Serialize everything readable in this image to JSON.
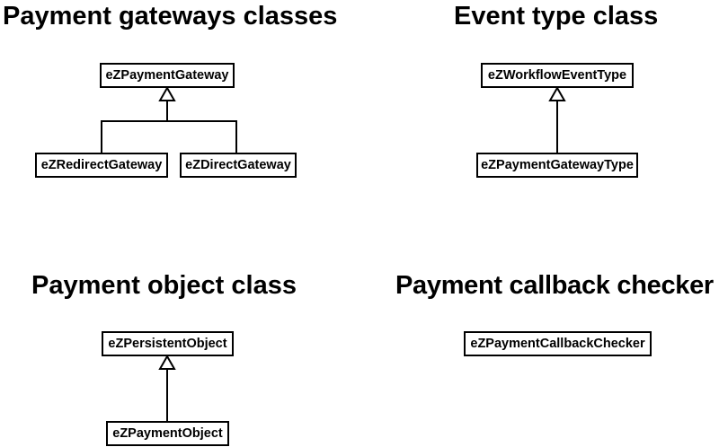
{
  "diagram": {
    "background_color": "#ffffff",
    "line_color": "#000000",
    "text_color": "#000000"
  },
  "sections": [
    {
      "title": "Payment gateways classes",
      "parent": "eZPaymentGateway",
      "children": [
        "eZRedirectGateway",
        "eZDirectGateway"
      ]
    },
    {
      "title": "Event type class",
      "parent": "eZWorkflowEventType",
      "children": [
        "eZPaymentGatewayType"
      ]
    },
    {
      "title": "Payment object class",
      "parent": "eZPersistentObject",
      "children": [
        "eZPaymentObject"
      ]
    },
    {
      "title": "Payment callback checker",
      "parent": "eZPaymentCallbackChecker",
      "children": []
    }
  ]
}
